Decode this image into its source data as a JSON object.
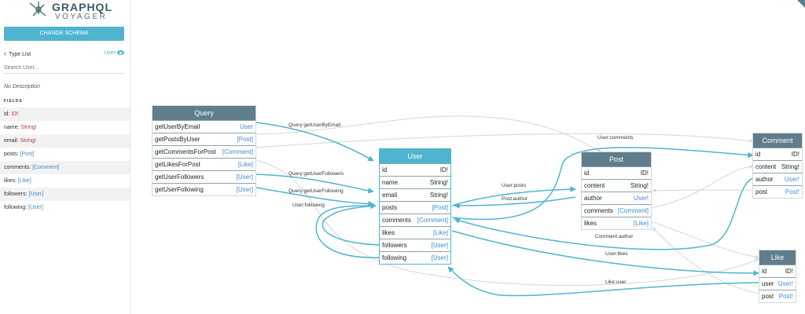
{
  "app": {
    "logo_line1": "GRAPHQL",
    "logo_line2": "VOYAGER",
    "change_schema_label": "CHANGE SCHEMA",
    "back_label": "Type List",
    "current_type": "User",
    "search_placeholder": "Search User...",
    "description": "No Description",
    "fields_heading": "FIELDS"
  },
  "sidebar_fields": [
    {
      "name": "id: ",
      "type": "ID!",
      "kind": "scalar"
    },
    {
      "name": "name: ",
      "type": "String!",
      "kind": "scalar"
    },
    {
      "name": "email: ",
      "type": "String!",
      "kind": "scalar"
    },
    {
      "name": "posts: ",
      "type": "[Post]",
      "kind": "link"
    },
    {
      "name": "comments: ",
      "type": "[Comment]",
      "kind": "link"
    },
    {
      "name": "likes: ",
      "type": "[Like]",
      "kind": "link"
    },
    {
      "name": "followers: ",
      "type": "[User]",
      "kind": "link"
    },
    {
      "name": "following: ",
      "type": "[User]",
      "kind": "link"
    }
  ],
  "nodes": {
    "query": {
      "title": "Query",
      "fields": [
        {
          "name": "getUserByEmail",
          "type": "User",
          "kind": "link"
        },
        {
          "name": "getPostsByUser",
          "type": "[Post]",
          "kind": "link"
        },
        {
          "name": "getCommentsForPost",
          "type": "[Comment]",
          "kind": "link"
        },
        {
          "name": "getLikesForPost",
          "type": "[Like]",
          "kind": "link"
        },
        {
          "name": "getUserFollowers",
          "type": "[User]",
          "kind": "link"
        },
        {
          "name": "getUserFollowing",
          "type": "[User]",
          "kind": "link"
        }
      ]
    },
    "user": {
      "title": "User",
      "fields": [
        {
          "name": "id",
          "type": "ID!",
          "kind": "scalar"
        },
        {
          "name": "name",
          "type": "String!",
          "kind": "scalar"
        },
        {
          "name": "email",
          "type": "String!",
          "kind": "scalar"
        },
        {
          "name": "posts",
          "type": "[Post]",
          "kind": "link"
        },
        {
          "name": "comments",
          "type": "[Comment]",
          "kind": "link"
        },
        {
          "name": "likes",
          "type": "[Like]",
          "kind": "link"
        },
        {
          "name": "followers",
          "type": "[User]",
          "kind": "link"
        },
        {
          "name": "following",
          "type": "[User]",
          "kind": "link"
        }
      ]
    },
    "post": {
      "title": "Post",
      "fields": [
        {
          "name": "id",
          "type": "ID!",
          "kind": "scalar"
        },
        {
          "name": "content",
          "type": "String!",
          "kind": "scalar"
        },
        {
          "name": "author",
          "type": "User!",
          "kind": "link"
        },
        {
          "name": "comments",
          "type": "[Comment]",
          "kind": "link"
        },
        {
          "name": "likes",
          "type": "[Like]",
          "kind": "link"
        }
      ]
    },
    "comment": {
      "title": "Comment",
      "fields": [
        {
          "name": "id",
          "type": "ID!",
          "kind": "scalar"
        },
        {
          "name": "content",
          "type": "String!",
          "kind": "scalar"
        },
        {
          "name": "author",
          "type": "User!",
          "kind": "link"
        },
        {
          "name": "post",
          "type": "Post!",
          "kind": "link"
        }
      ]
    },
    "like": {
      "title": "Like",
      "fields": [
        {
          "name": "id",
          "type": "ID!",
          "kind": "scalar"
        },
        {
          "name": "user",
          "type": "User!",
          "kind": "link"
        },
        {
          "name": "post",
          "type": "Post!",
          "kind": "link"
        }
      ]
    }
  },
  "edge_labels": {
    "q_getUserByEmail": "Query:getUserByEmail",
    "q_getUserFollowers": "Query:getUserFollowers",
    "q_getUserFollowing": "Query:getUserFollowing",
    "u_following": "User:following",
    "u_posts": "User:posts",
    "p_author": "Post:author",
    "u_comments": "User:comments",
    "c_author": "Comment:author",
    "u_likes": "User:likes",
    "l_user": "Like:user"
  },
  "colors": {
    "accent": "#4fb5cf",
    "header": "#607d8b",
    "link_type": "#3d8bd4",
    "scalar_type_sidebar": "#b33d3d",
    "edge_active": "#4fb5cf",
    "edge_inactive": "#d6d6d6"
  }
}
